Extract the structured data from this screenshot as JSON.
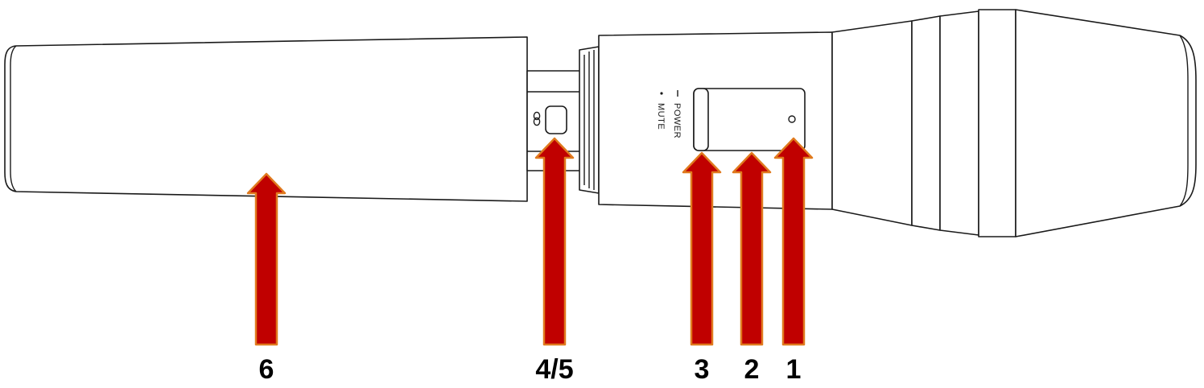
{
  "switch": {
    "power_label": "POWER",
    "mute_label": "MUTE"
  },
  "callouts": [
    {
      "id": "1",
      "label": "1"
    },
    {
      "id": "2",
      "label": "2"
    },
    {
      "id": "3",
      "label": "3"
    },
    {
      "id": "45",
      "label": "4/5"
    },
    {
      "id": "6",
      "label": "6"
    }
  ],
  "colors": {
    "arrow_fill": "#c00000",
    "arrow_outline": "#e07a1e",
    "line": "#1a1a1a"
  },
  "icons": {
    "pairing_symbol": "link-icon"
  }
}
